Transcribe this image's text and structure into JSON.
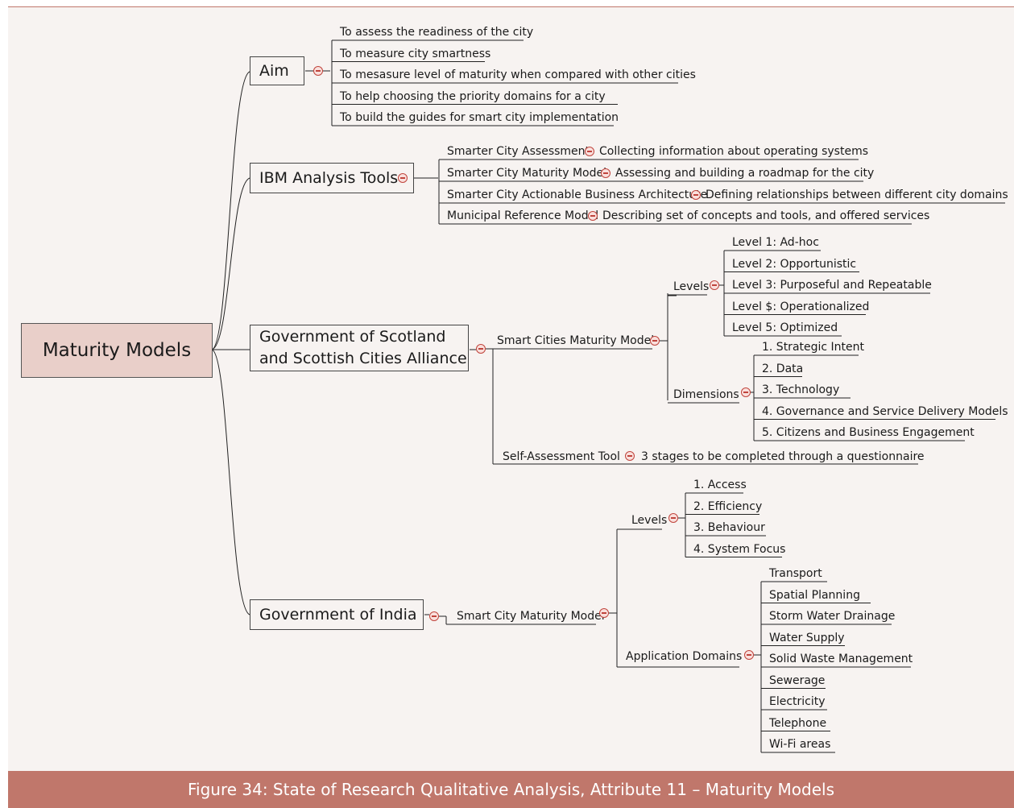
{
  "colors": {
    "root_fill": "#e9cfc9",
    "caption_bar": "#c0776b",
    "collapse_marker": "#c0443c",
    "canvas": "#f7f3f1"
  },
  "root": {
    "label": "Maturity Models"
  },
  "branches": {
    "aim": {
      "label": "Aim",
      "items": [
        "To assess the readiness of the city",
        "To measure city smartness",
        "To mesasure level of maturity when compared with other cities",
        "To help choosing the priority domains for a city",
        "To build the guides for smart city implementation"
      ]
    },
    "ibm": {
      "label": "IBM Analysis Tools",
      "tools": [
        {
          "name": "Smarter City Assessment",
          "desc": "Collecting information about operating systems"
        },
        {
          "name": "Smarter City Maturity Model",
          "desc": "Assessing and building a roadmap for the city"
        },
        {
          "name": "Smarter City Actionable Business Architectute",
          "desc": "Defining relationships between different city domains"
        },
        {
          "name": "Municipal Reference Model",
          "desc": "Describing set of concepts and tools, and offered services"
        }
      ]
    },
    "scotland": {
      "label_line1": "Government of Scotland",
      "label_line2": "and Scottish Cities Alliance",
      "model": "Smart Cities Maturity Model",
      "levels_label": "Levels",
      "levels": [
        "Level 1: Ad-hoc",
        "Level 2: Opportunistic",
        "Level 3: Purposeful and Repeatable",
        "Level $: Operationalized",
        "Level 5: Optimized"
      ],
      "dimensions_label": "Dimensions",
      "dimensions": [
        "1. Strategic Intent",
        "2. Data",
        "3. Technology",
        "4. Governance and Service Delivery Models",
        "5. Citizens and Business Engagement"
      ],
      "tool": "Self-Assessment Tool",
      "tool_desc": "3 stages to be completed through a questionnaire"
    },
    "india": {
      "label": "Government of India",
      "model": "Smart City Maturity Model",
      "levels_label": "Levels",
      "levels": [
        "1. Access",
        "2. Efficiency",
        "3. Behaviour",
        "4. System Focus"
      ],
      "domains_label": "Application Domains",
      "domains": [
        "Transport",
        "Spatial Planning",
        "Storm Water Drainage",
        "Water Supply",
        "Solid Waste Management",
        "Sewerage",
        "Electricity",
        "Telephone",
        "Wi-Fi areas"
      ]
    }
  },
  "caption": "Figure 34: State of Research Qualitative Analysis, Attribute 11 – Maturity Models"
}
